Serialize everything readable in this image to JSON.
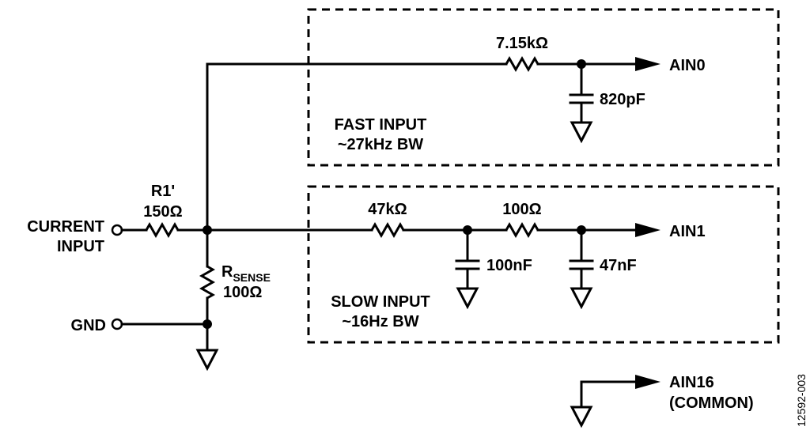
{
  "inputs": {
    "current_line1": "CURRENT",
    "current_line2": "INPUT",
    "gnd": "GND"
  },
  "r1": {
    "name": "R1'",
    "value": "150Ω"
  },
  "rsense": {
    "name_main": "R",
    "name_sub": "SENSE",
    "value": "100Ω"
  },
  "fast": {
    "resistor": "7.15kΩ",
    "capacitor": "820pF",
    "title_line1": "FAST INPUT",
    "title_line2": "~27kHz BW",
    "output": "AIN0"
  },
  "slow": {
    "resistor1": "47kΩ",
    "resistor2": "100Ω",
    "capacitor1": "100nF",
    "capacitor2": "47nF",
    "title_line1": "SLOW INPUT",
    "title_line2": "~16Hz BW",
    "output": "AIN1"
  },
  "common": {
    "line1": "AIN16",
    "line2": "(COMMON)"
  },
  "figure_id": "12592-003"
}
